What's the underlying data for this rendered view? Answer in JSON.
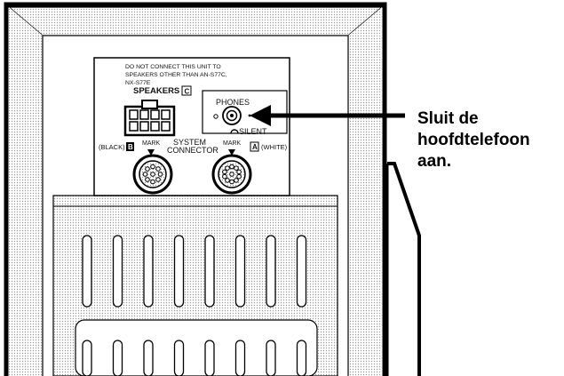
{
  "panel": {
    "warning_line1": "DO NOT CONNECT THIS UNIT TO",
    "warning_line2": "SPEAKERS OTHER THAN AN-S77C,",
    "warning_line3": "NX-S77E",
    "speakers_label": "SPEAKERS",
    "speakers_letter": "C",
    "phones_label": "PHONES",
    "silent_label": "SILENT",
    "black_label": "(BLACK)",
    "black_letter": "B",
    "mark_left": "MARK",
    "system_label_1": "SYSTEM",
    "system_label_2": "CONNECTOR",
    "mark_right": "MARK",
    "white_letter": "A",
    "white_label": "(WHITE)"
  },
  "callout": {
    "line1": "Sluit de",
    "line2": "hoofdtelefoon",
    "line3": "aan."
  },
  "colors": {
    "ink": "#000000",
    "panel_fill": "#ffffff",
    "screen": "#d9d9d9"
  }
}
